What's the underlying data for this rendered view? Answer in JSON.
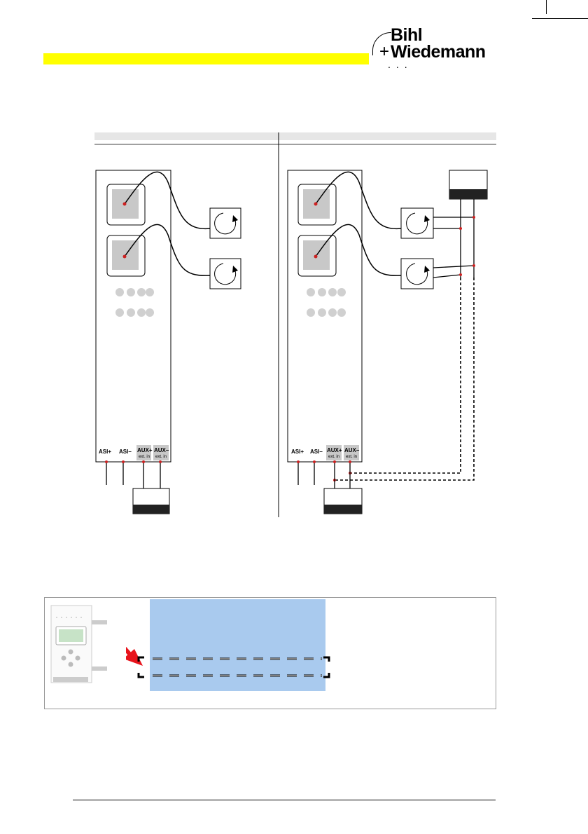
{
  "header": {
    "brand_line1": "Bihl",
    "brand_line2": "Wiedemann",
    "brand_plus": "+",
    "brand_dots": "..."
  },
  "diagram": {
    "left": {
      "terminals": [
        "ASI+",
        "ASI–",
        "AUX+",
        "AUX–"
      ],
      "aux_sub": [
        "ext. in",
        "ext. in"
      ]
    },
    "right": {
      "terminals": [
        "ASI+",
        "ASI–",
        "AUX+",
        "AUX–"
      ],
      "aux_sub": [
        "ext. in",
        "ext. in"
      ]
    }
  },
  "colors": {
    "accent_yellow": "#ffff00",
    "marker_red": "#cc2222",
    "panel_blue": "#a9caee",
    "arrow_red": "#e8141c"
  }
}
